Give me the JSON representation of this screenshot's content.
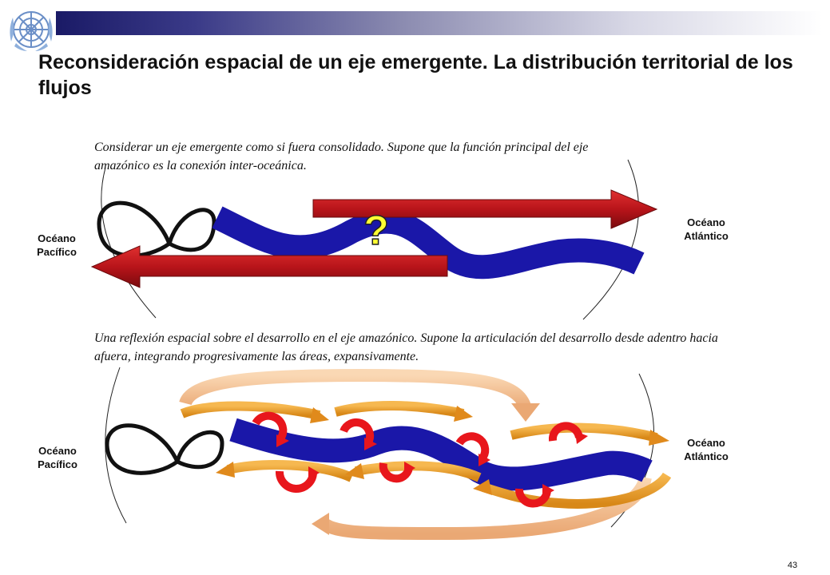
{
  "slide": {
    "title": "Reconsideración espacial de un eje emergente. La distribución territorial de los flujos",
    "page_number": "43"
  },
  "panel_top": {
    "description": "Considerar un eje emergente como si fuera consolidado. Supone que la función principal del eje amazónico es la conexión inter-oceánica.",
    "left_label": "Océano Pacífico",
    "right_label": "Océano Atlántico",
    "question_mark": "?"
  },
  "panel_bottom": {
    "description": "Una reflexión espacial sobre el desarrollo en el eje amazónico. Supone la articulación del desarrollo desde adentro hacia afuera, integrando progresivamente las áreas, expansivamente.",
    "left_label": "Océano Pacífico",
    "right_label": "Océano Atlántico"
  },
  "colors": {
    "axis_blue": "#1a17a8",
    "flow_red": "#b8141a",
    "loop_red": "#e8161c",
    "flow_orange": "#f0a030",
    "flow_peach": "#f6c79a",
    "question_yellow": "#ffff33"
  }
}
